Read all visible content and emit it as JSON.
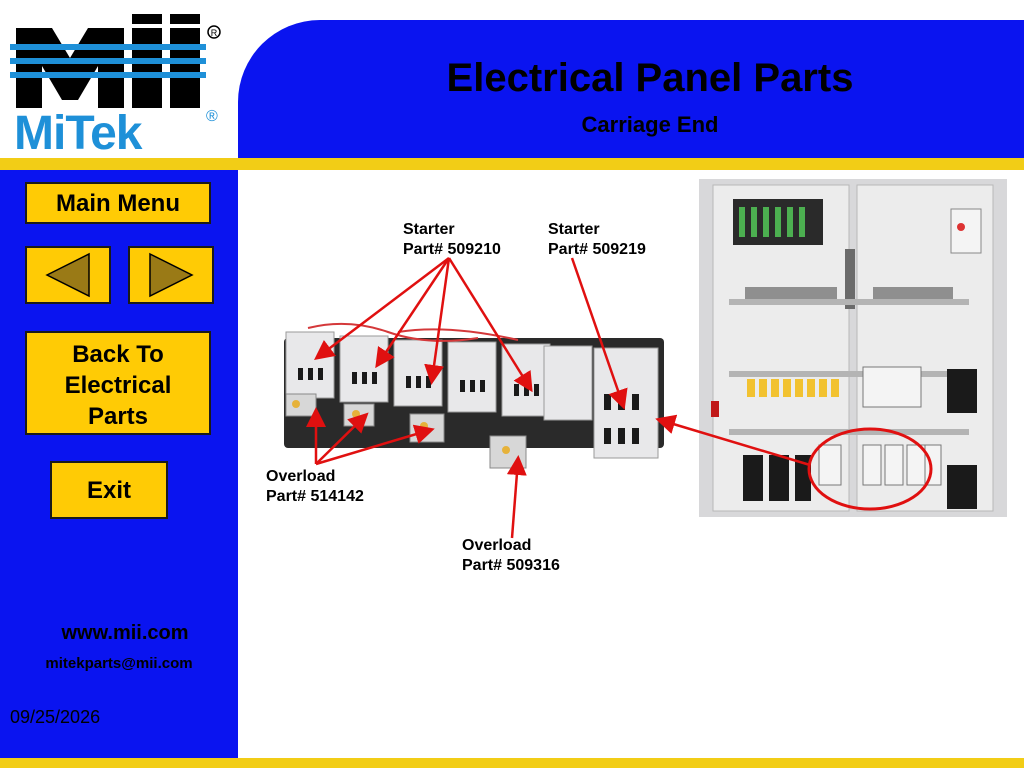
{
  "header": {
    "title": "Electrical Panel Parts",
    "subtitle": "Carriage End"
  },
  "brand": {
    "wordmark": "MiTek",
    "registered": "®",
    "blue": "#0a14f0",
    "yellow": "#ffcb05",
    "gold_rule": "#f2cd16",
    "callout_red": "#e01010"
  },
  "nav": {
    "main_menu_label": "Main Menu",
    "prev_icon": "triangle-left-icon",
    "next_icon": "triangle-right-icon",
    "back_lines": [
      "Back To",
      "Electrical",
      "Parts"
    ],
    "exit_label": "Exit"
  },
  "footer": {
    "website": "www.mii.com",
    "email": "mitekparts@mii.com",
    "date": "09/25/2026"
  },
  "callouts": {
    "starter_a": {
      "name": "Starter",
      "part": "Part# 509210"
    },
    "starter_b": {
      "name": "Starter",
      "part": "Part# 509219"
    },
    "overload_a": {
      "name": "Overload",
      "part": "Part# 514142"
    },
    "overload_b": {
      "name": "Overload",
      "part": "Part# 509316"
    }
  }
}
